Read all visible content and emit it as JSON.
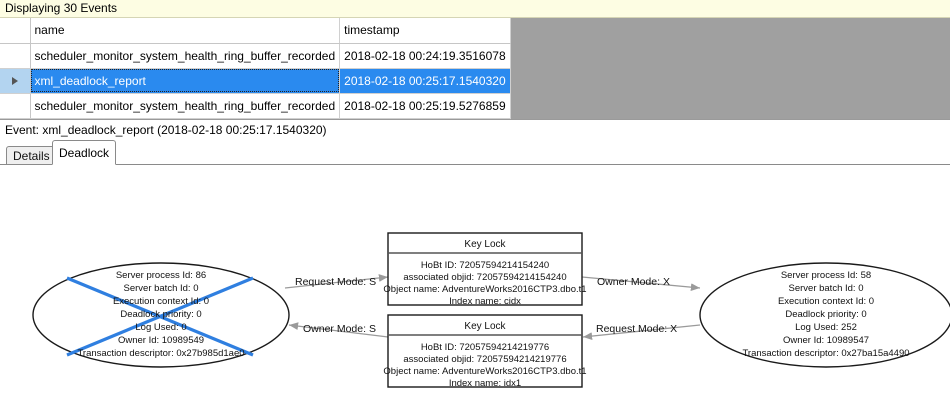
{
  "banner": {
    "text": "Displaying 30 Events"
  },
  "grid": {
    "columns": [
      "",
      "name",
      "timestamp"
    ],
    "rows": [
      {
        "selected": false,
        "marker": "",
        "name": "scheduler_monitor_system_health_ring_buffer_recorded",
        "timestamp": "2018-02-18 00:24:19.3516078"
      },
      {
        "selected": true,
        "marker": "row-selector-arrow-icon",
        "name": "xml_deadlock_report",
        "timestamp": "2018-02-18 00:25:17.1540320"
      },
      {
        "selected": false,
        "marker": "",
        "name": "scheduler_monitor_system_health_ring_buffer_recorded",
        "timestamp": "2018-02-18 00:25:19.5276859"
      }
    ]
  },
  "event_caption": {
    "text": "Event: xml_deadlock_report (2018-02-18 00:25:17.1540320)"
  },
  "tabs": [
    {
      "label": "Details",
      "active": false
    },
    {
      "label": "Deadlock",
      "active": true
    }
  ],
  "deadlock_graph": {
    "victim_marker_color": "#2f7fe0",
    "process_left": {
      "is_victim": true,
      "lines": [
        "Server process Id: 86",
        "Server batch Id: 0",
        "Execution context Id: 0",
        "Deadlock priority: 0",
        "Log Used: 0",
        "Owner Id: 10989549",
        "Transaction descriptor: 0x27b985d1ae0"
      ]
    },
    "process_right": {
      "is_victim": false,
      "lines": [
        "Server process Id: 58",
        "Server batch Id: 0",
        "Execution context Id: 0",
        "Deadlock priority: 0",
        "Log Used: 252",
        "Owner Id: 10989547",
        "Transaction descriptor: 0x27ba15a4490"
      ]
    },
    "resource_top": {
      "title": "Key Lock",
      "lines": [
        "HoBt ID: 72057594214154240",
        "associated objid: 72057594214154240",
        "Object name: AdventureWorks2016CTP3.dbo.t1",
        "Index name: cidx"
      ]
    },
    "resource_bottom": {
      "title": "Key Lock",
      "lines": [
        "HoBt ID: 72057594214219776",
        "associated objid: 72057594214219776",
        "Object name: AdventureWorks2016CTP3.dbo.t1",
        "Index name: idx1"
      ]
    },
    "edges": [
      {
        "id": "left-request-top",
        "label": "Request Mode: S"
      },
      {
        "id": "top-owner-right",
        "label": "Owner Mode: X"
      },
      {
        "id": "bottom-owner-left",
        "label": "Owner Mode: S"
      },
      {
        "id": "right-request-bottom",
        "label": "Request Mode: X"
      }
    ]
  }
}
